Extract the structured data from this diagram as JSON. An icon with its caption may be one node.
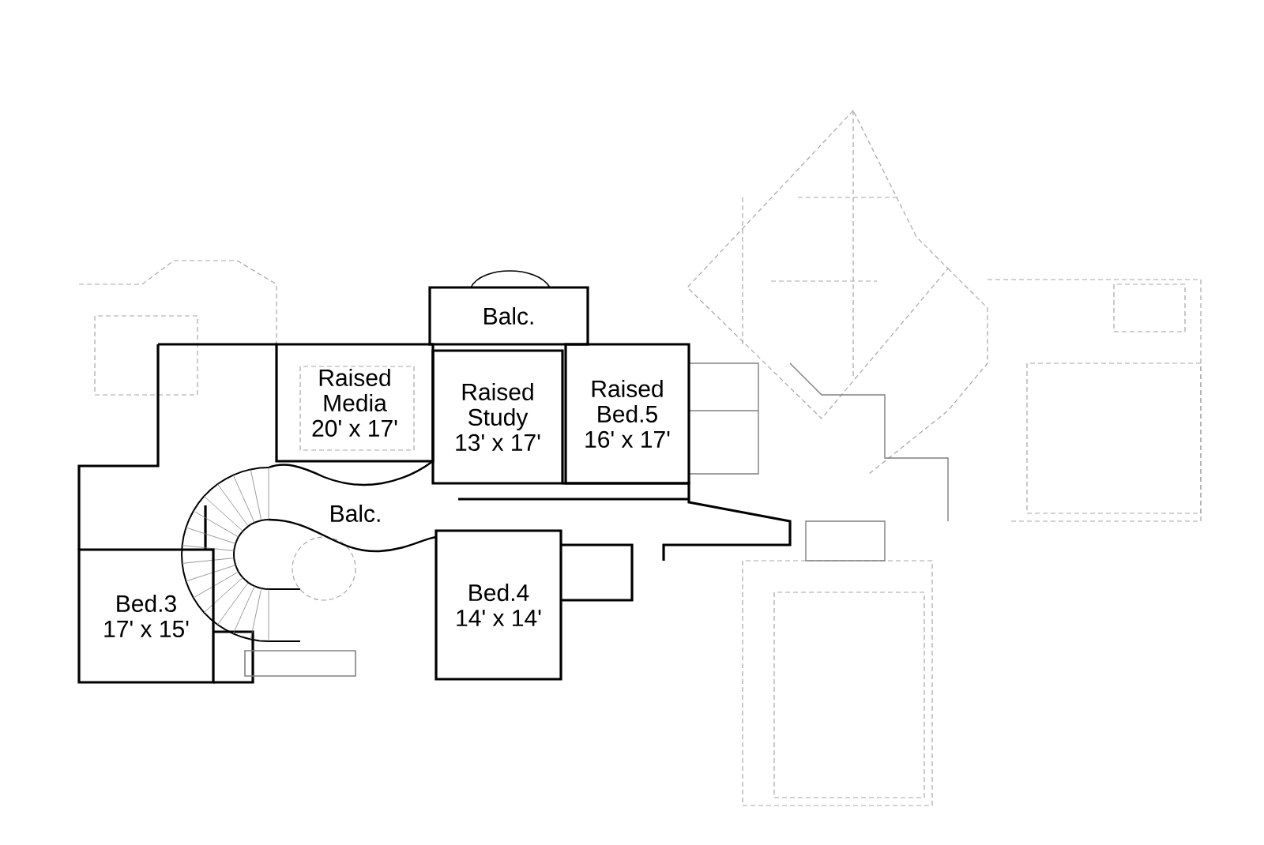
{
  "diagram": {
    "nodes": [
      {
        "text": [
          "Balc."
        ]
      },
      {
        "text": [
          "Raised Media",
          "20' x 17'"
        ]
      },
      {
        "text": [
          "Raised Study",
          "13' x 17'"
        ]
      },
      {
        "text": [
          "Raised Bed.5",
          "16' x 17'"
        ]
      },
      {
        "text": [
          "Balc."
        ]
      },
      {
        "text": [
          "Bed.3",
          "17' x 15'"
        ]
      },
      {
        "text": [
          "Bed.4",
          "14' x 14'"
        ]
      }
    ]
  }
}
